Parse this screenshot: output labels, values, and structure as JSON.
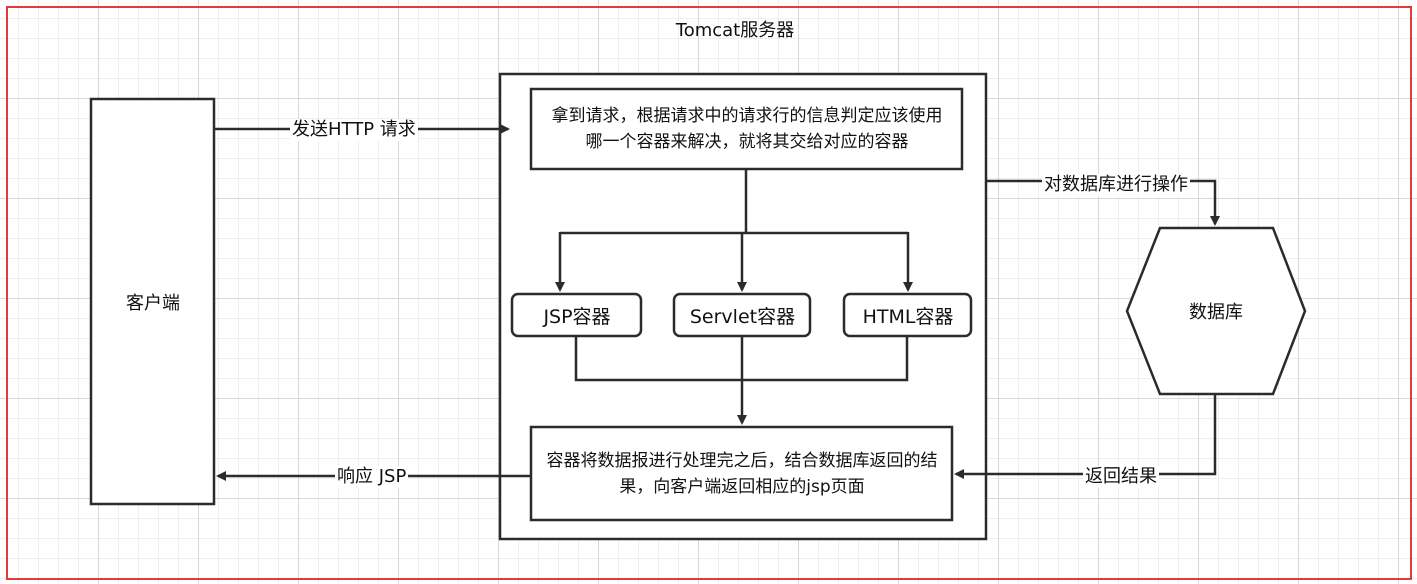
{
  "diagram": {
    "title": "Tomcat服务器",
    "client": "客户端",
    "database": "数据库",
    "dispatch_box": "拿到请求，根据请求中的请求行的信息判定应该使用哪一个容器来解决，就将其交给对应的容器",
    "result_box": "容器将数据报进行处理完之后，结合数据库返回的结果，向客户端返回相应的jsp页面",
    "containers": [
      "JSP容器",
      "Servlet容器",
      "HTML容器"
    ],
    "edges": {
      "send_request": "发送HTTP 请求",
      "db_operation": "对数据库进行操作",
      "return_result": "返回结果",
      "response": "响应 JSP"
    }
  },
  "colors": {
    "frame": "#e03c3c",
    "stroke": "#2b2b2b"
  }
}
